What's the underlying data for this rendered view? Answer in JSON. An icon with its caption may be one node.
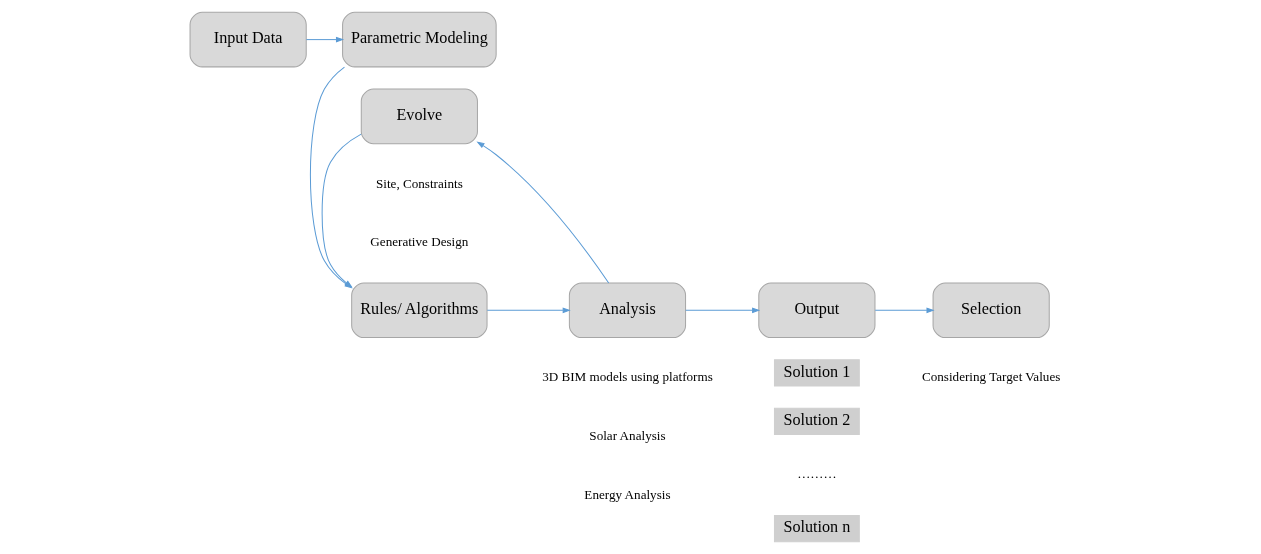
{
  "diagram": {
    "nodes": [
      {
        "text": [
          "Input Data"
        ]
      },
      {
        "text": [
          "Parametric Modeling"
        ]
      },
      {
        "text": [
          "Evolve"
        ]
      },
      {
        "text": [
          "Rules/ Algorithms"
        ]
      },
      {
        "text": [
          "Analysis"
        ]
      },
      {
        "text": [
          "Output"
        ]
      },
      {
        "text": [
          "Selection"
        ]
      },
      {
        "text": [
          "Solution 1"
        ]
      },
      {
        "text": [
          "Solution 2"
        ]
      },
      {
        "text": [
          "Solution n"
        ]
      }
    ],
    "edges": [
      {
        "from": 0,
        "to": 1,
        "arrow": "to"
      },
      {
        "from": 1,
        "to": 3,
        "arrow": "to"
      },
      {
        "from": 2,
        "to": 3,
        "arrow": "to"
      },
      {
        "from": 3,
        "to": 4,
        "arrow": "to"
      },
      {
        "from": 4,
        "to": 2,
        "arrow": "to"
      },
      {
        "from": 4,
        "to": 5,
        "arrow": "to"
      },
      {
        "from": 5,
        "to": 6,
        "arrow": "to"
      }
    ],
    "labels": [
      "Generative Design",
      "Site, Constraints",
      "3D BIM models using platforms",
      "Solar Analysis",
      "Energy Analysis",
      "………",
      "Considering Target Values"
    ]
  }
}
